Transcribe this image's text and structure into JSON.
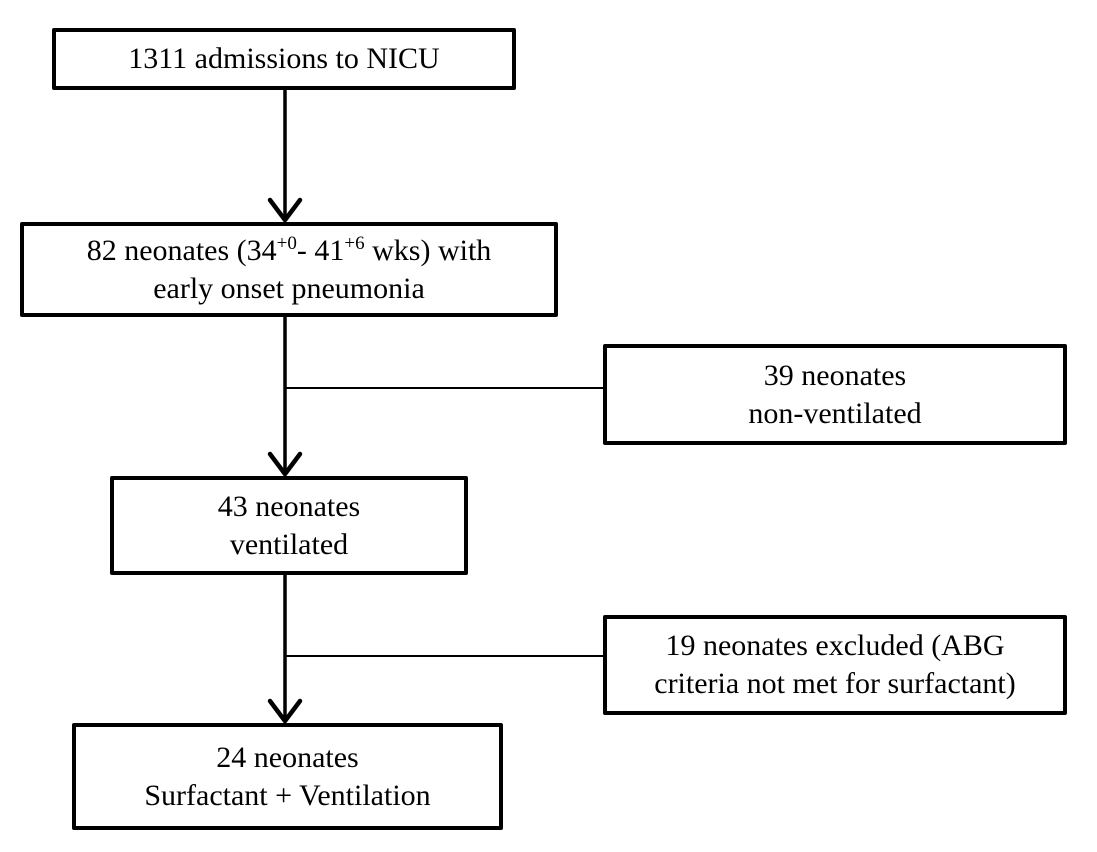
{
  "colors": {
    "ink": "#000000",
    "background": "#ffffff"
  },
  "boxes": {
    "admissions": {
      "text": "1311 admissions to NICU"
    },
    "pneumonia": {
      "line1": {
        "p1": "82 neonates (34",
        "sup1": "+0",
        "p2": "- 41",
        "sup2": "+6",
        "p3": " wks) with"
      },
      "line2": "early onset pneumonia"
    },
    "non_ventilated": {
      "line1": "39 neonates",
      "line2": "non-ventilated"
    },
    "ventilated": {
      "line1": "43 neonates",
      "line2": "ventilated"
    },
    "excluded": {
      "line1": "19 neonates excluded (ABG",
      "line2": "criteria not met for surfactant)"
    },
    "surfactant": {
      "line1": "24 neonates",
      "line2": "Surfactant + Ventilation"
    }
  },
  "flow": {
    "edges": [
      {
        "from": "admissions",
        "to": "pneumonia",
        "type": "arrow"
      },
      {
        "from": "pneumonia",
        "to": "non_ventilated",
        "type": "branch"
      },
      {
        "from": "pneumonia",
        "to": "ventilated",
        "type": "arrow"
      },
      {
        "from": "ventilated",
        "to": "excluded",
        "type": "branch"
      },
      {
        "from": "ventilated",
        "to": "surfactant",
        "type": "arrow"
      }
    ]
  }
}
